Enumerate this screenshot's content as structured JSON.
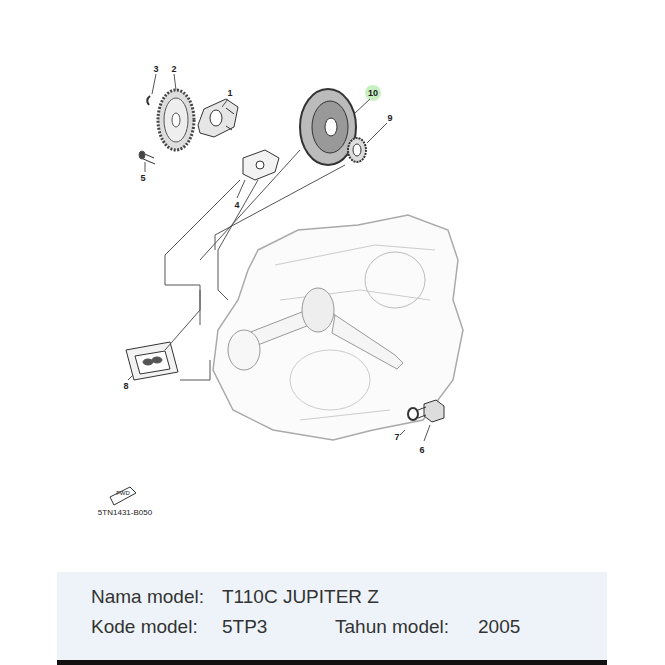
{
  "diagram": {
    "nodes": [
      {
        "text": [
          "Nama model:",
          "T110C JUPITER Z",
          "Kode model:",
          "5TP3",
          "Tahun model:",
          "2005"
        ]
      }
    ],
    "labels": [
      "3",
      "2",
      "1",
      "10",
      "9",
      "5",
      "4",
      "8",
      "7",
      "6",
      "FWD",
      "5TN1431-B050"
    ]
  }
}
